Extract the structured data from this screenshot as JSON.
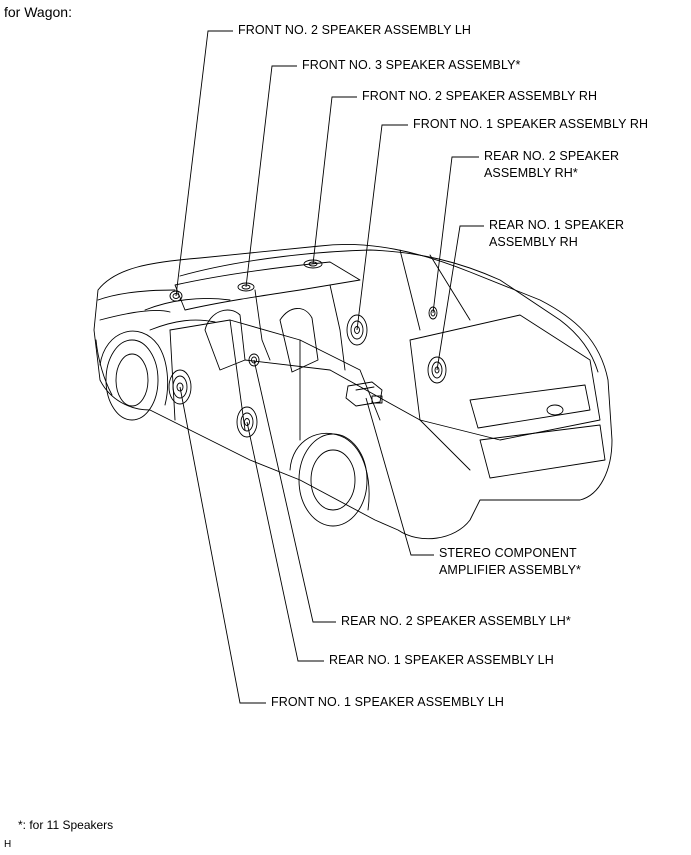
{
  "heading": "for Wagon:",
  "labels": {
    "front_no2_lh": "FRONT NO. 2 SPEAKER ASSEMBLY LH",
    "front_no3": "FRONT NO. 3 SPEAKER ASSEMBLY*",
    "front_no2_rh": "FRONT NO. 2 SPEAKER ASSEMBLY RH",
    "front_no1_rh": "FRONT NO. 1 SPEAKER ASSEMBLY RH",
    "rear_no2_rh_line1": "REAR NO. 2 SPEAKER",
    "rear_no2_rh_line2": "ASSEMBLY RH*",
    "rear_no1_rh_line1": "REAR NO. 1 SPEAKER",
    "rear_no1_rh_line2": "ASSEMBLY RH",
    "amplifier_line1": "STEREO COMPONENT",
    "amplifier_line2": "AMPLIFIER ASSEMBLY*",
    "rear_no2_lh": "REAR NO. 2 SPEAKER ASSEMBLY LH*",
    "rear_no1_lh": "REAR NO. 1 SPEAKER ASSEMBLY LH",
    "front_no1_lh": "FRONT NO. 1 SPEAKER ASSEMBLY LH"
  },
  "footnote": "*: for 11 Speakers",
  "figure_code": "H"
}
